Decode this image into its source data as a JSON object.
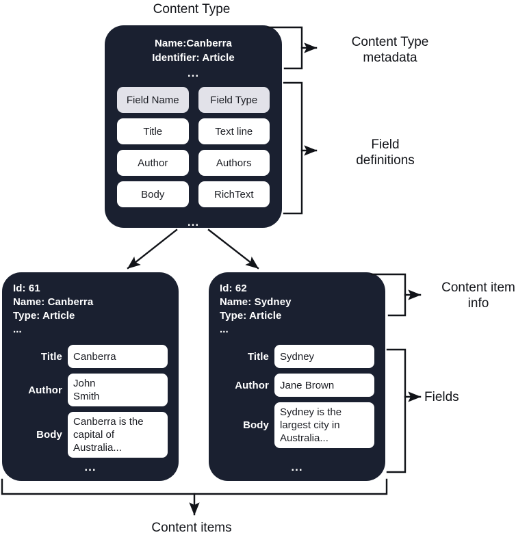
{
  "diagram": {
    "title_top": "Content Type",
    "title_bottom": "Content items"
  },
  "content_type": {
    "name_line": "Name:Canberra",
    "identifier_line": "Identifier: Article",
    "ellipsis": "...",
    "bottom_ellipsis": "...",
    "columns": [
      "Field Name",
      "Field Type"
    ],
    "fields": [
      {
        "name": "Title",
        "type": "Text line"
      },
      {
        "name": "Author",
        "type": "Authors"
      },
      {
        "name": "Body",
        "type": "RichText"
      }
    ]
  },
  "content_items": [
    {
      "id_line": "Id: 61",
      "name_line": "Name: Canberra",
      "type_line": "Type: Article",
      "ellipsis": "...",
      "bottom_ellipsis": "...",
      "fields": [
        {
          "label": "Title",
          "value": "Canberra"
        },
        {
          "label": "Author",
          "value": "John\nSmith"
        },
        {
          "label": "Body",
          "value": "Canberra is the capital of Australia..."
        }
      ]
    },
    {
      "id_line": "Id: 62",
      "name_line": "Name: Sydney",
      "type_line": "Type: Article",
      "ellipsis": "...",
      "bottom_ellipsis": "...",
      "fields": [
        {
          "label": "Title",
          "value": "Sydney"
        },
        {
          "label": "Author",
          "value": "Jane Brown"
        },
        {
          "label": "Body",
          "value": "Sydney is the largest city in Australia..."
        }
      ]
    }
  ],
  "annotations": {
    "content_type_metadata": "Content Type\nmetadata",
    "field_definitions": "Field\ndefinitions",
    "content_item_info": "Content item\ninfo",
    "fields": "Fields"
  },
  "colors": {
    "card_background": "#1a2030",
    "card_text": "#ffffff",
    "chip_header_background": "#e2e2e9",
    "chip_value_background": "#ffffff",
    "chip_text": "#1a1c22",
    "page_background": "#ffffff",
    "stroke": "#111318"
  }
}
